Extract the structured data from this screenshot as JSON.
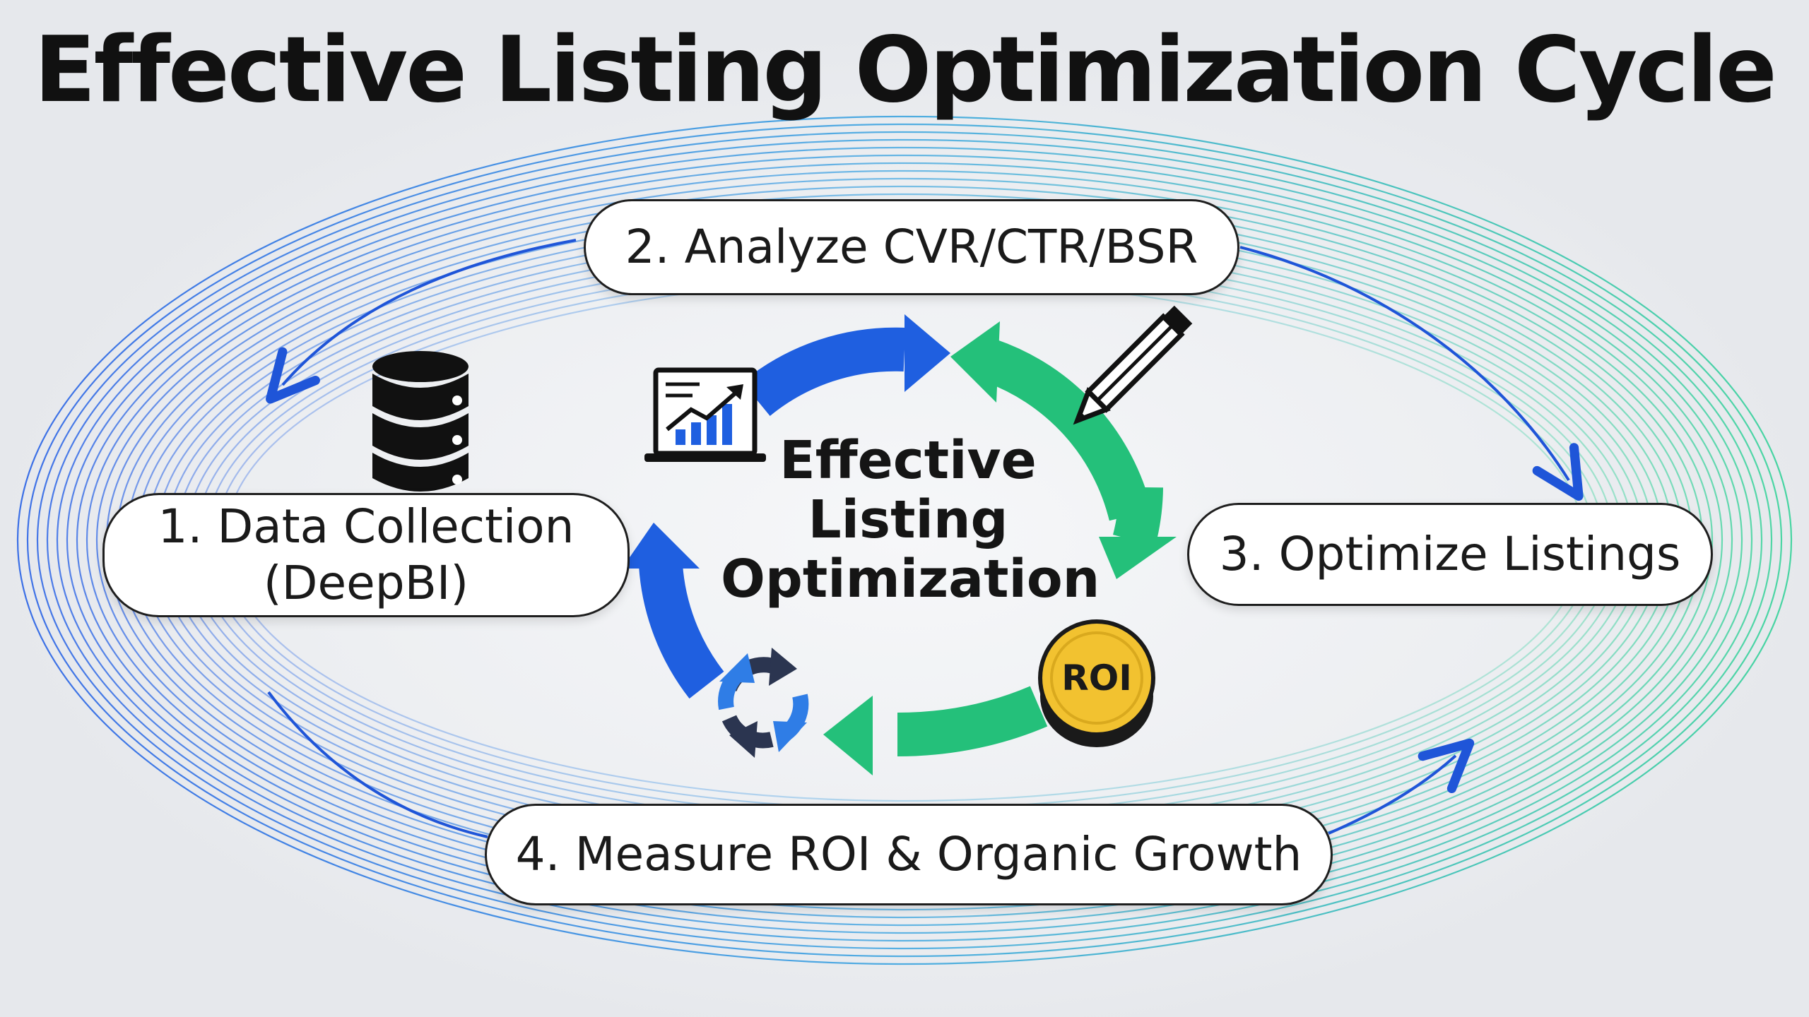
{
  "title": "Effective Listing Optimization Cycle",
  "center": {
    "lines": [
      "Effective",
      "Listing",
      "Optimization"
    ]
  },
  "steps": [
    {
      "line1": "1. Data Collection",
      "line2": "(DeepBI)"
    },
    {
      "line1": "2. Analyze CVR/CTR/BSR"
    },
    {
      "line1": "3. Optimize Listings"
    },
    {
      "line1": "4. Measure ROI & Organic Growth"
    }
  ],
  "badge": {
    "text": "ROI"
  },
  "icons": [
    "database-icon",
    "analytics-chart-icon",
    "pencil-icon",
    "roi-coin-icon",
    "refresh-cycle-icon"
  ],
  "colors": {
    "blue": "#1f5fe0",
    "green": "#22c07a",
    "coin": "#f2c230",
    "navy": "#2b3550",
    "text": "#111111"
  }
}
